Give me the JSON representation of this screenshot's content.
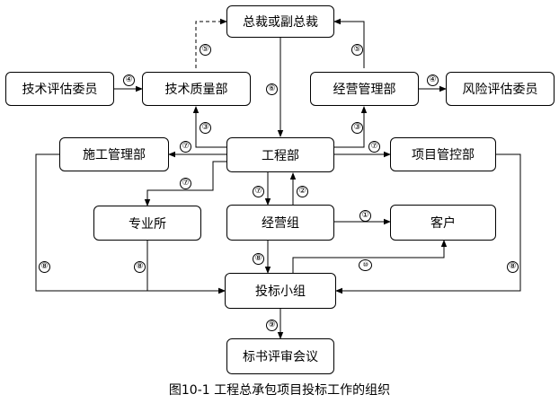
{
  "nodes": {
    "president": "总裁或副总裁",
    "tech_committee": "技术评估委员",
    "quality_dept": "技术质量部",
    "business_mgmt": "经营管理部",
    "risk_committee": "风险评估委员",
    "construction_mgmt": "施工管理部",
    "engineering_dept": "工程部",
    "project_control": "项目管控部",
    "specialist_office": "专业所",
    "business_group": "经营组",
    "client": "客户",
    "bid_team": "投标小组",
    "bid_review": "标书评审会议"
  },
  "step_labels": {
    "s1": "①",
    "s2": "②",
    "s3": "③",
    "s4": "④",
    "s5": "⑤",
    "s6": "⑥",
    "s7": "⑦",
    "s8": "⑧",
    "s9": "⑨",
    "s10": "⑩"
  },
  "caption": "图10-1  工程总承包项目投标工作的组织"
}
